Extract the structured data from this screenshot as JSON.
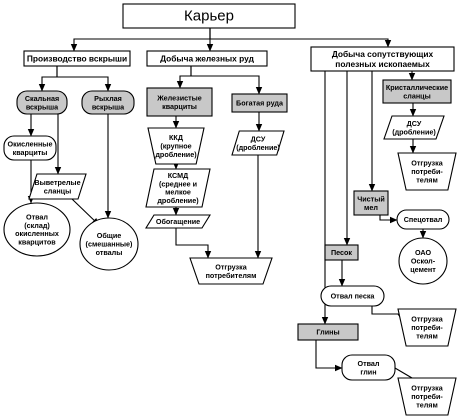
{
  "diagram": {
    "nodes": {
      "root": {
        "lines": [
          "Карьер"
        ]
      },
      "s1": {
        "lines": [
          "Производство вскрыши"
        ]
      },
      "s2": {
        "lines": [
          "Добыча железных руд"
        ]
      },
      "s3": {
        "lines": [
          "Добыча сопутствующих",
          "полезных ископаемых"
        ]
      },
      "skal": {
        "lines": [
          "Скальная",
          "вскрыша"
        ]
      },
      "ryhl": {
        "lines": [
          "Рыхлая",
          "вскрыша"
        ]
      },
      "okisl": {
        "lines": [
          "Окисленные",
          "кварциты"
        ]
      },
      "vyvet": {
        "lines": [
          "Выветрелые",
          "сланцы"
        ]
      },
      "otval_okisl": {
        "lines": [
          "Отвал",
          "(склад)",
          "окисленных",
          "кварцитов"
        ]
      },
      "obshie": {
        "lines": [
          "Общие",
          "(смешанные)",
          "отвалы"
        ]
      },
      "zhel": {
        "lines": [
          "Железистые",
          "кварциты"
        ]
      },
      "bogat": {
        "lines": [
          "Богатая руда"
        ]
      },
      "kkd": {
        "lines": [
          "ККД",
          "(крупное",
          "дробление)"
        ]
      },
      "ksmd": {
        "lines": [
          "КСМД",
          "(среднее и",
          "мелкое",
          "дробление)"
        ]
      },
      "obog": {
        "lines": [
          "Обогащение"
        ]
      },
      "dsu1": {
        "lines": [
          "ДСУ",
          "(дробление)"
        ]
      },
      "otgr1": {
        "lines": [
          "Отгрузка",
          "потребителям"
        ]
      },
      "krist": {
        "lines": [
          "Кристаллические",
          "сланцы"
        ]
      },
      "dsu2": {
        "lines": [
          "ДСУ",
          "(дробление)"
        ]
      },
      "otgr2": {
        "lines": [
          "Отгрузка",
          "потреби-",
          "телям"
        ]
      },
      "mel": {
        "lines": [
          "Чистый",
          "мел"
        ]
      },
      "spec": {
        "lines": [
          "Спецотвал"
        ]
      },
      "oao": {
        "lines": [
          "ОАО",
          "Оскол-",
          "цемент"
        ]
      },
      "pesok": {
        "lines": [
          "Песок"
        ]
      },
      "otval_pesk": {
        "lines": [
          "Отвал песка"
        ]
      },
      "otgr3": {
        "lines": [
          "Отгрузка",
          "потреби-",
          "телям"
        ]
      },
      "gliny": {
        "lines": [
          "Глины"
        ]
      },
      "otval_glin": {
        "lines": [
          "Отвал",
          "глин"
        ]
      },
      "otgr4": {
        "lines": [
          "Отгрузка",
          "потреби-",
          "телям"
        ]
      }
    },
    "edges": [
      {
        "from": "root",
        "to": "s1"
      },
      {
        "from": "root",
        "to": "s2"
      },
      {
        "from": "root",
        "to": "s3"
      },
      {
        "from": "s1",
        "to": "skal"
      },
      {
        "from": "s1",
        "to": "ryhl"
      },
      {
        "from": "skal",
        "to": "okisl"
      },
      {
        "from": "skal",
        "to": "vyvet"
      },
      {
        "from": "okisl",
        "to": "otval_okisl"
      },
      {
        "from": "vyvet",
        "to": "obshie"
      },
      {
        "from": "ryhl",
        "to": "obshie"
      },
      {
        "from": "s2",
        "to": "zhel"
      },
      {
        "from": "s2",
        "to": "bogat"
      },
      {
        "from": "zhel",
        "to": "kkd"
      },
      {
        "from": "kkd",
        "to": "ksmd"
      },
      {
        "from": "ksmd",
        "to": "obog"
      },
      {
        "from": "obog",
        "to": "otgr1"
      },
      {
        "from": "bogat",
        "to": "dsu1"
      },
      {
        "from": "dsu1",
        "to": "otgr1"
      },
      {
        "from": "s3",
        "to": "krist"
      },
      {
        "from": "s3",
        "to": "mel"
      },
      {
        "from": "s3",
        "to": "pesok"
      },
      {
        "from": "s3",
        "to": "gliny"
      },
      {
        "from": "krist",
        "to": "dsu2"
      },
      {
        "from": "dsu2",
        "to": "otgr2"
      },
      {
        "from": "mel",
        "to": "spec"
      },
      {
        "from": "spec",
        "to": "oao"
      },
      {
        "from": "pesok",
        "to": "otval_pesk"
      },
      {
        "from": "otval_pesk",
        "to": "otgr3"
      },
      {
        "from": "gliny",
        "to": "otval_glin"
      },
      {
        "from": "otval_glin",
        "to": "otgr4"
      }
    ],
    "colors": {
      "line": "#000000",
      "gray_fill": "#c8c8c8",
      "white_fill": "#ffffff"
    }
  }
}
